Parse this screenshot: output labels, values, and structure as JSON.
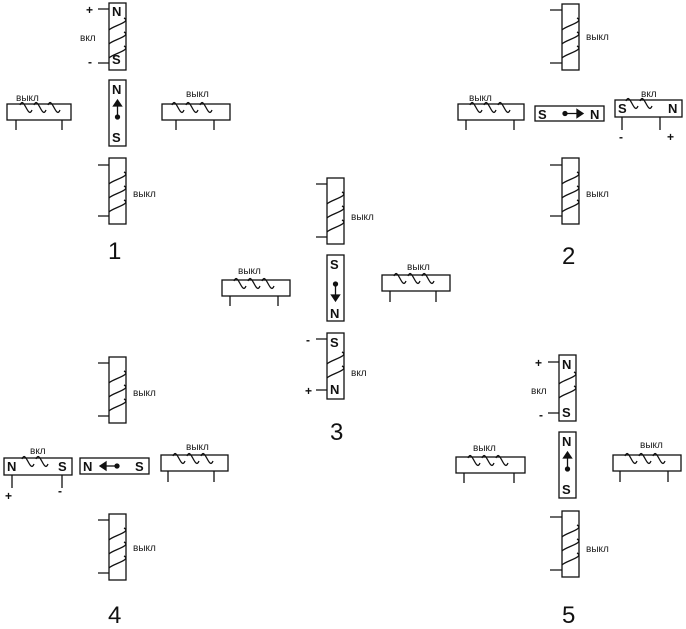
{
  "labels": {
    "on": "вкл",
    "off": "выкл",
    "north": "N",
    "south": "S",
    "plus": "+",
    "minus": "-"
  },
  "diagrams": [
    {
      "number": "1",
      "active": "top",
      "compass_points": "up"
    },
    {
      "number": "2",
      "active": "right",
      "compass_points": "right"
    },
    {
      "number": "3",
      "active": "bottom",
      "compass_points": "down"
    },
    {
      "number": "4",
      "active": "left",
      "compass_points": "left"
    },
    {
      "number": "5",
      "active": "top",
      "compass_points": "up"
    }
  ]
}
